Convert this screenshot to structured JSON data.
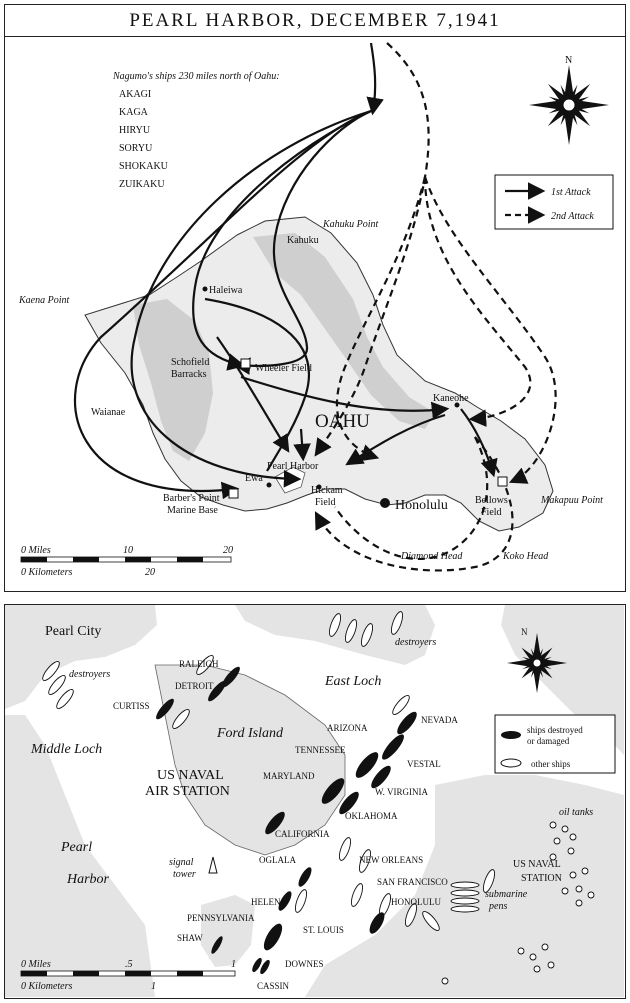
{
  "title": "PEARL HARBOR, DECEMBER 7,1941",
  "top_map": {
    "fleet_heading": "Nagumo's ships 230 miles north of Oahu:",
    "ships": [
      "AKAGI",
      "KAGA",
      "HIRYU",
      "SORYU",
      "SHOKAKU",
      "ZUIKAKU"
    ],
    "north": "N",
    "legend": {
      "first": "1st Attack",
      "second": "2nd Attack"
    },
    "island": "OAHU",
    "places": {
      "kahuku_point": "Kahuku Point",
      "kahuku": "Kahuku",
      "kaena_point": "Kaena Point",
      "haleiwa": "Haleiwa",
      "schofield": "Schofield",
      "barracks": "Barracks",
      "wheeler": "Wheeler Field",
      "waianae": "Waianae",
      "kaneohe": "Kaneohe",
      "pearl_harbor": "Pearl Harbor",
      "ewa": "Ewa",
      "hickam1": "Hickam",
      "hickam2": "Field",
      "honolulu": "Honolulu",
      "bellows1": "Bellows",
      "bellows2": "Field",
      "barbers1": "Barber's Point",
      "barbers2": "Marine Base",
      "makapuu": "Makapuu Point",
      "diamond_head": "Diamond Head",
      "koko_head": "Koko Head"
    },
    "scale": {
      "miles_label": "0 Miles",
      "miles_mid": "10",
      "miles_end": "20",
      "km_label": "0 Kilometers",
      "km_end": "20"
    }
  },
  "bottom_map": {
    "places": {
      "pearl_city": "Pearl City",
      "destroyers_left": "destroyers",
      "destroyers_right": "destroyers",
      "east_loch": "East Loch",
      "middle_loch": "Middle Loch",
      "ford_island": "Ford Island",
      "naval_air1": "US NAVAL",
      "naval_air2": "AIR STATION",
      "pearl1": "Pearl",
      "pearl2": "Harbor",
      "signal1": "signal",
      "signal2": "tower",
      "oil_tanks": "oil tanks",
      "naval_station1": "US NAVAL",
      "naval_station2": "STATION",
      "submarine1": "submarine",
      "submarine2": "pens"
    },
    "ships": {
      "raleigh": "RALEIGH",
      "detroit": "DETROIT",
      "curtiss": "CURTISS",
      "nevada": "NEVADA",
      "arizona": "ARIZONA",
      "tennessee": "TENNESSEE",
      "vestal": "VESTAL",
      "maryland": "MARYLAND",
      "west_virginia": "W. VIRGINIA",
      "oklahoma": "OKLAHOMA",
      "california": "CALIFORNIA",
      "oglala": "OGLALA",
      "new_orleans": "NEW ORLEANS",
      "san_francisco": "SAN FRANCISCO",
      "honolulu": "HONOLULU",
      "helena": "HELENA",
      "st_louis": "ST. LOUIS",
      "pennsylvania": "PENNSYLVANIA",
      "shaw": "SHAW",
      "downes": "DOWNES",
      "cassin": "CASSIN"
    },
    "north": "N",
    "legend": {
      "destroyed1": "ships destroyed",
      "destroyed2": "or damaged",
      "other": "other ships"
    },
    "scale": {
      "miles_label": "0 Miles",
      "miles_mid": ".5",
      "miles_end": "1",
      "km_label": "0 Kilometers",
      "km_end": "1"
    }
  }
}
